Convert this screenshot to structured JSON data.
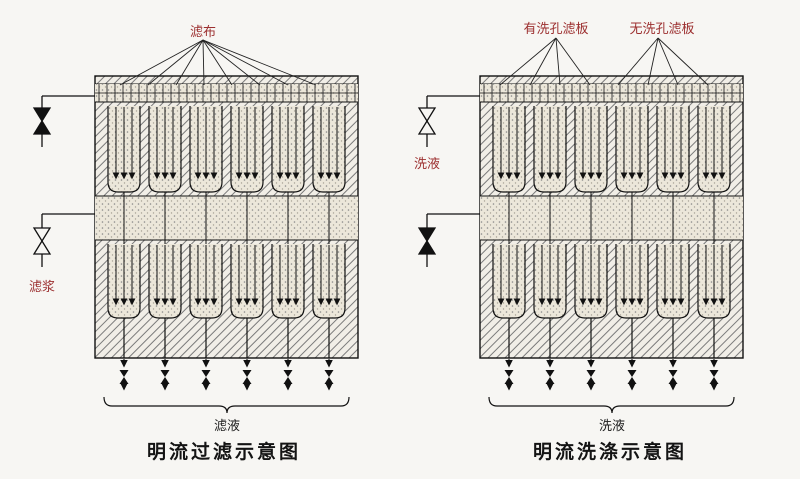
{
  "colors": {
    "label_red": "#9c2f2f",
    "line_black": "#1a1a1a",
    "hatch_bg": "#f1eee7",
    "stipple_bg": "#ece7da"
  },
  "left_diagram": {
    "filter_cloth_label": "滤布",
    "slurry_label": "滤浆",
    "filtrate_label": "滤液",
    "title": "明流过滤示意图"
  },
  "right_diagram": {
    "wash_plate_label": "有洗孔滤板",
    "no_wash_plate_label": "无洗孔滤板",
    "wash_liquid_label": "洗液",
    "wash_out_label": "洗液",
    "title": "明流洗涤示意图"
  }
}
